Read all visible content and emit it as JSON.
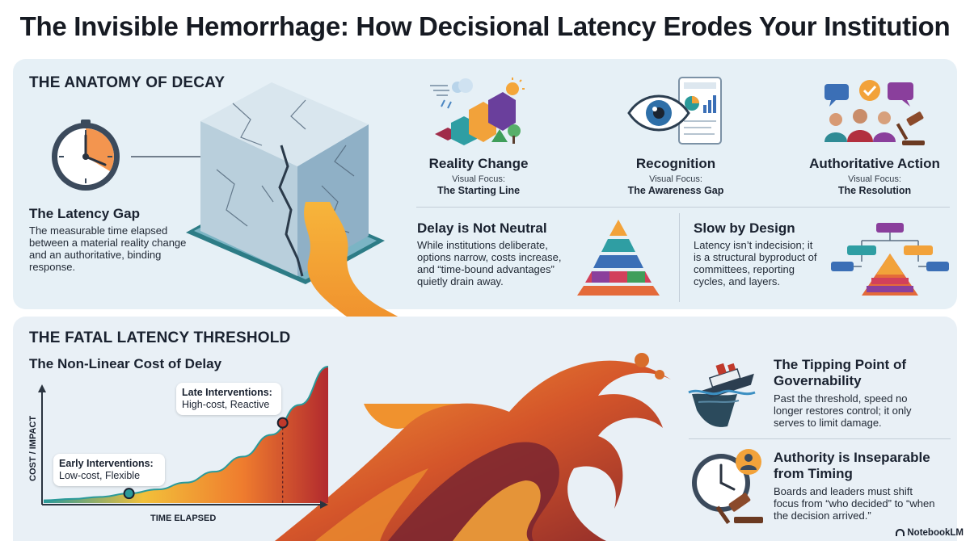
{
  "title": "The Invisible Hemorrhage: How Decisional Latency Erodes Your Institution",
  "anatomy": {
    "heading": "THE ANATOMY OF DECAY",
    "latency_gap": {
      "title": "The Latency Gap",
      "text": "The measurable time elapsed between a material reality change and an authoritative, binding response."
    },
    "stages": [
      {
        "title": "Reality Change",
        "focus_label": "Visual Focus:",
        "focus": "The Starting Line"
      },
      {
        "title": "Recognition",
        "focus_label": "Visual Focus:",
        "focus": "The Awareness Gap"
      },
      {
        "title": "Authoritative Action",
        "focus_label": "Visual Focus:",
        "focus": "The Resolution"
      }
    ],
    "delay": {
      "title": "Delay is Not Neutral",
      "text": "While institutions deliberate, options narrow, costs increase, and “time-bound advantages” quietly drain away."
    },
    "slow": {
      "title": "Slow by Design",
      "text": "Latency isn’t indecision; it is a structural byproduct of committees, reporting cycles, and layers."
    }
  },
  "threshold": {
    "heading": "THE FATAL LATENCY THRESHOLD",
    "chart_title": "The Non-Linear Cost of Delay",
    "early_label": "Early Interventions:",
    "early_text": "Low-cost, Flexible",
    "late_label": "Late Interventions:",
    "late_text": "High-cost, Reactive",
    "tipping": {
      "title": "The Tipping Point of Governability",
      "text": "Past the threshold, speed no longer restores control; it only serves to limit damage."
    },
    "authority": {
      "title": "Authority is Inseparable from Timing",
      "text": "Boards and leaders must shift focus from “who decided” to “when the decision arrived.”"
    }
  },
  "chart_data": {
    "type": "area",
    "title": "The Non-Linear Cost of Delay",
    "xlabel": "TIME ELAPSED",
    "ylabel": "COST / IMPACT",
    "x": [
      0,
      0.1,
      0.2,
      0.3,
      0.4,
      0.5,
      0.6,
      0.7,
      0.8,
      0.9,
      1.0
    ],
    "values": [
      0.02,
      0.03,
      0.045,
      0.07,
      0.1,
      0.15,
      0.23,
      0.34,
      0.5,
      0.72,
      1.0
    ],
    "ylim": [
      0,
      1
    ],
    "grid": false,
    "points": [
      {
        "label": "Early Interventions: Low-cost, Flexible",
        "x": 0.3
      },
      {
        "label": "Late Interventions: High-cost, Reactive",
        "x": 0.84
      }
    ]
  },
  "brand": "NotebookLM",
  "colors": {
    "panel": "#e6f0f6",
    "molten_light": "#f6b13b",
    "molten_mid": "#e9772a",
    "molten_dark": "#a8302a",
    "wave_dark": "#5b1d2a",
    "teal": "#2b9a9a"
  },
  "icons": [
    "clock-icon",
    "cracked-cube-icon",
    "bar-chart-weather-icon",
    "eye-report-icon",
    "meeting-gavel-icon",
    "pyramid-icon",
    "org-chart-icon",
    "sinking-ship-icon",
    "clock-gavel-icon",
    "brand-logo-icon"
  ]
}
